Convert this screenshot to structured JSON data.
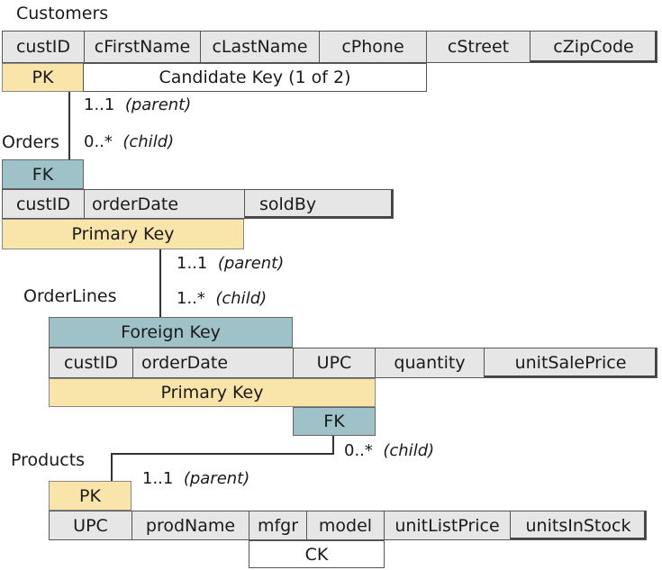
{
  "customers": {
    "title": "Customers",
    "columns": [
      "custID",
      "cFirstName",
      "cLastName",
      "cPhone",
      "cStreet",
      "cZipCode"
    ],
    "pk": "PK",
    "candidate_key": "Candidate Key (1 of 2)"
  },
  "rel1": {
    "parent_card": "1..1",
    "parent_role": "(parent)",
    "child_card": "0..*",
    "child_role": "(child)"
  },
  "orders": {
    "title": "Orders",
    "fk": "FK",
    "columns": [
      "custID",
      "orderDate",
      "soldBy"
    ],
    "pk": "Primary Key"
  },
  "rel2": {
    "parent_card": "1..1",
    "parent_role": "(parent)",
    "child_card": "1..*",
    "child_role": "(child)"
  },
  "orderlines": {
    "title": "OrderLines",
    "fk": "Foreign Key",
    "columns": [
      "custID",
      "orderDate",
      "UPC",
      "quantity",
      "unitSalePrice"
    ],
    "pk": "Primary Key",
    "fk2": "FK"
  },
  "rel3": {
    "child_card": "0..*",
    "child_role": "(child)",
    "parent_card": "1..1",
    "parent_role": "(parent)"
  },
  "products": {
    "title": "Products",
    "pk": "PK",
    "columns": [
      "UPC",
      "prodName",
      "mfgr",
      "model",
      "unitListPrice",
      "unitsInStock"
    ],
    "ck": "CK"
  },
  "colors": {
    "pk": "#f9e4a9",
    "fk": "#9ec2c7",
    "cell": "#e6e6e6"
  }
}
